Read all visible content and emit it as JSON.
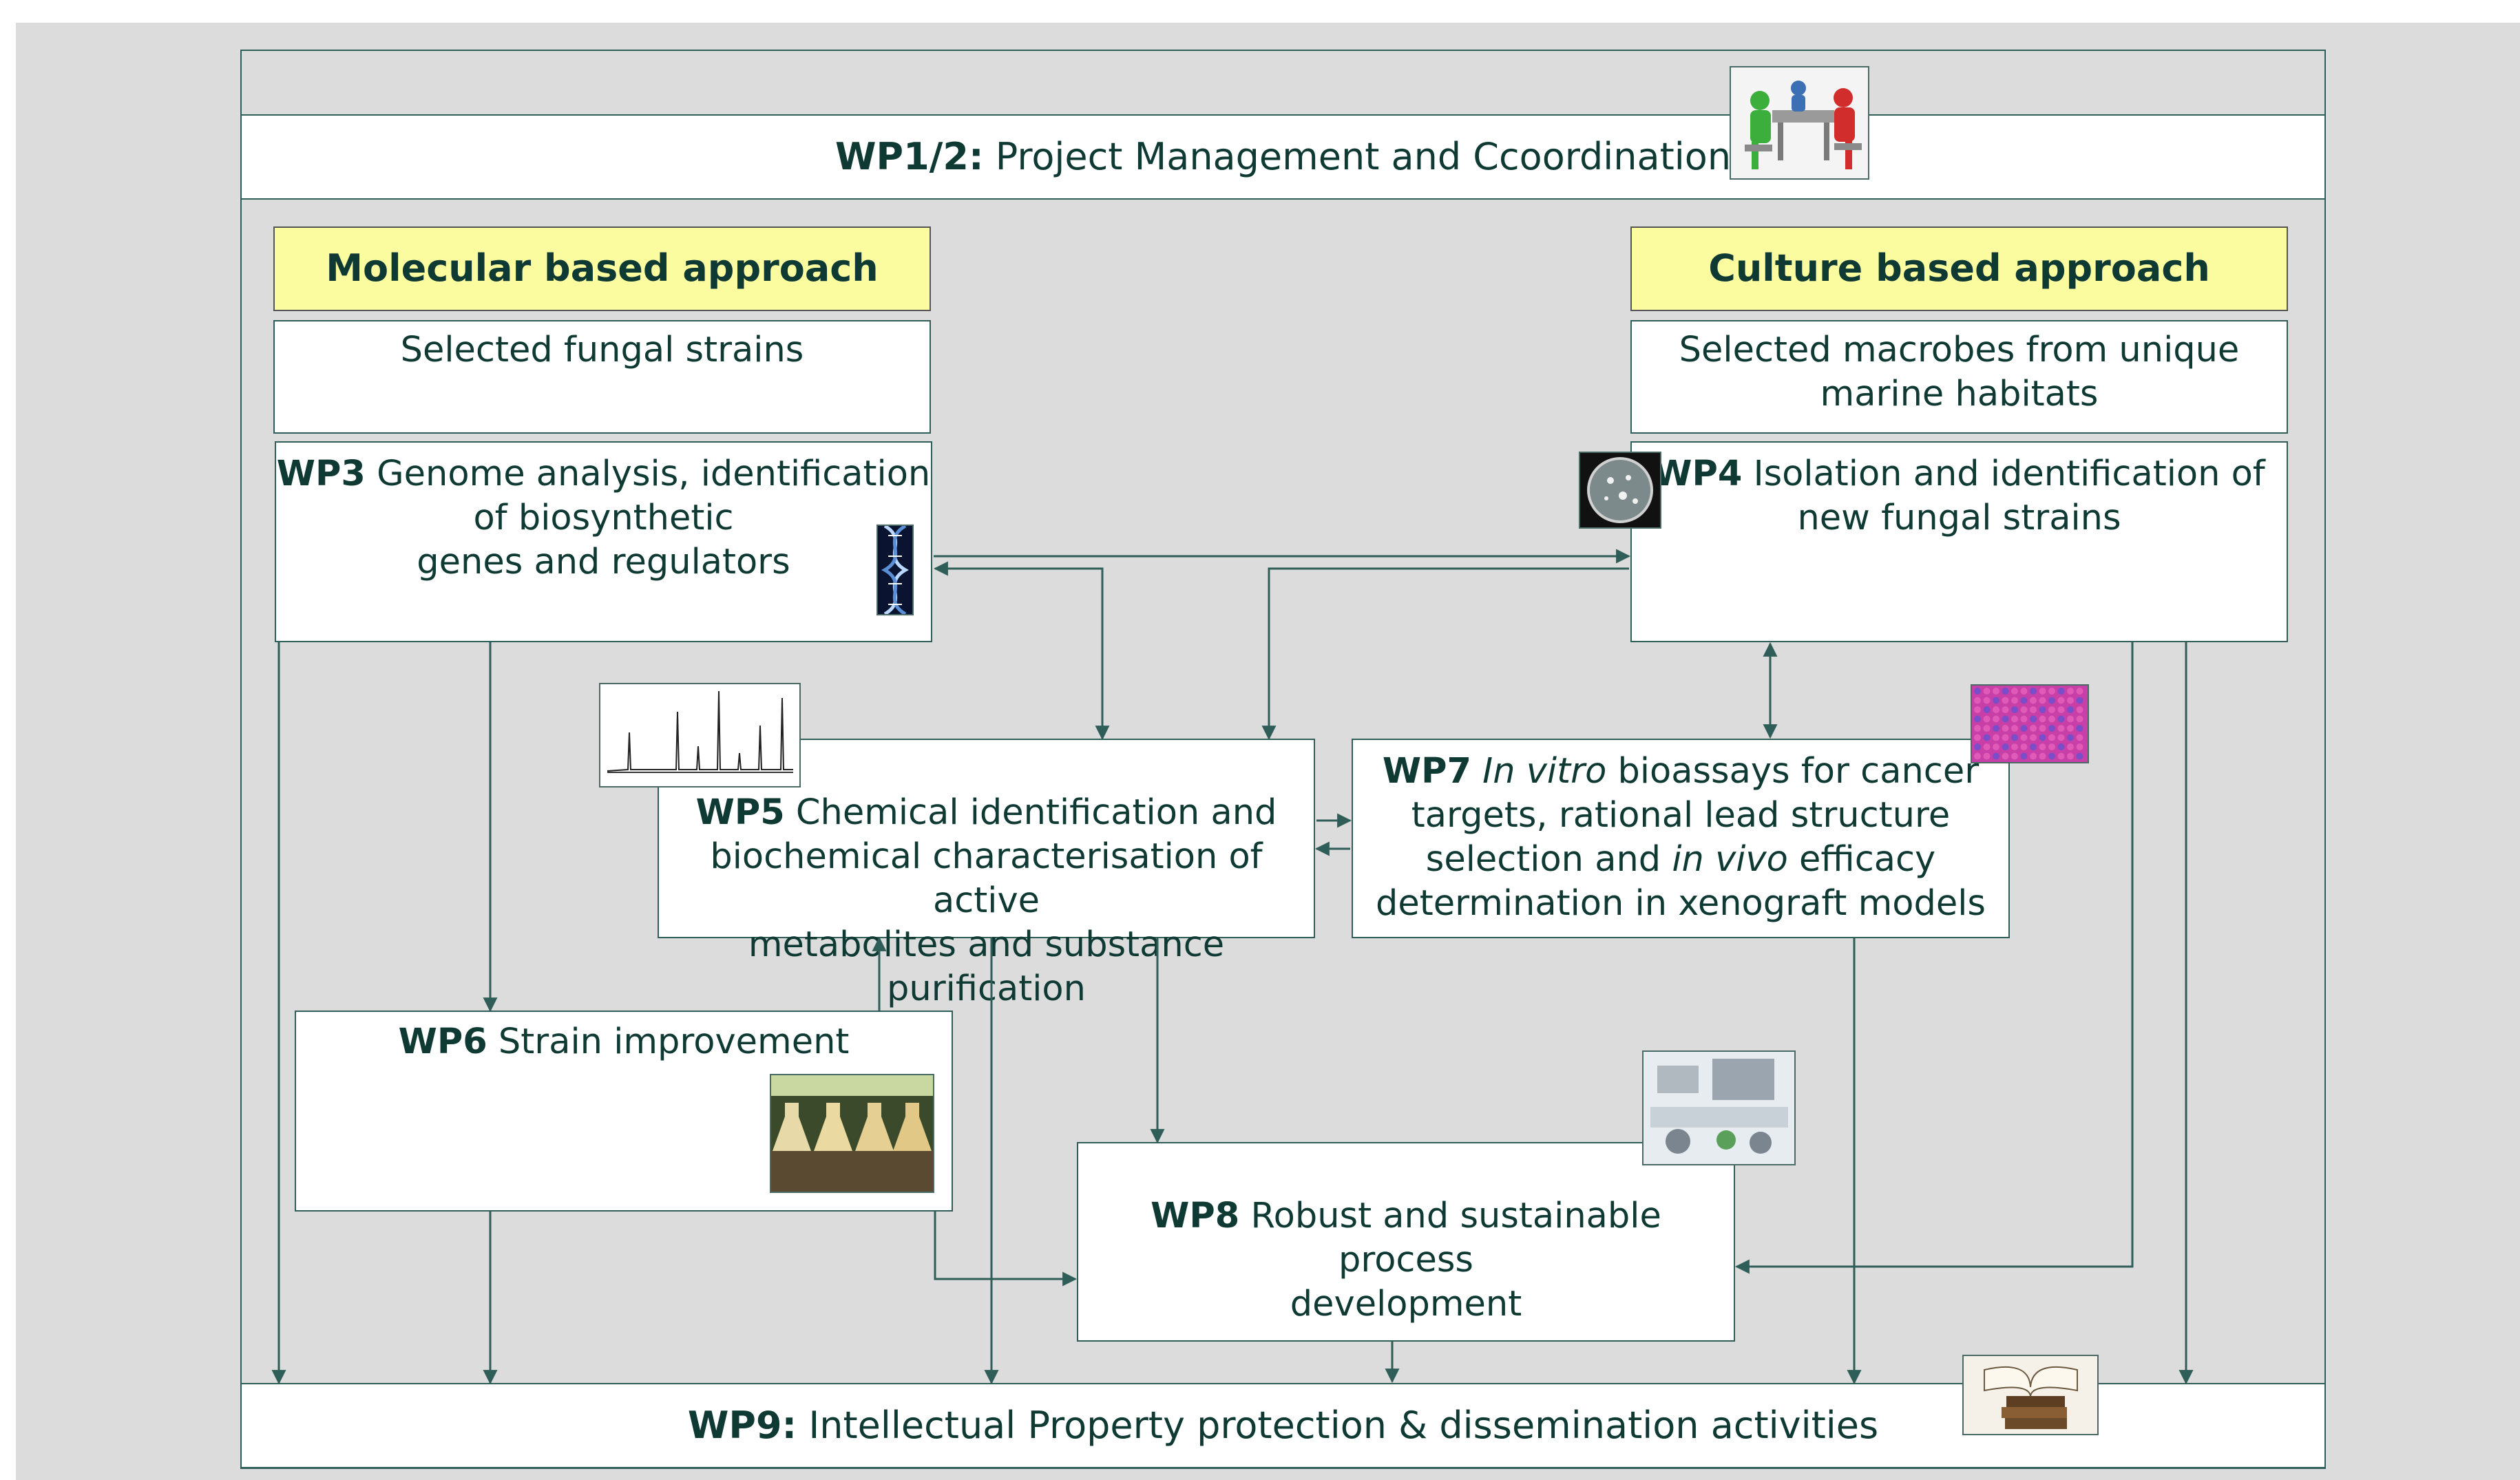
{
  "wp12": {
    "code": "WP1/2:",
    "text": " Project Management and Ccoordination"
  },
  "molecular": {
    "header": "Molecular based approach",
    "input": "Selected fungal strains"
  },
  "culture": {
    "header": "Culture based approach",
    "input_line1": "Selected macrobes from unique",
    "input_line2": "marine habitats"
  },
  "wp3": {
    "code": "WP3",
    "line1": " Genome analysis, identification",
    "line2": "of biosynthetic",
    "line3": "genes and regulators"
  },
  "wp4": {
    "code": "WP4",
    "line1": " Isolation and identification of",
    "line2": "new fungal strains"
  },
  "wp5": {
    "code": "WP5",
    "line1": " Chemical identification and",
    "line2": "biochemical characterisation of active",
    "line3": "metabolites and substance purification"
  },
  "wp6": {
    "code": "WP6",
    "text": " Strain improvement"
  },
  "wp7": {
    "code": "WP7",
    "italic1": "In vitro",
    "line1_rest": " bioassays for cancer",
    "line2": "targets, rational lead structure",
    "line3_pre": "selection and ",
    "italic2": "in vivo",
    "line3_post": " efficacy",
    "line4": "determination in xenograft models"
  },
  "wp8": {
    "code": "WP8",
    "line1": " Robust and sustainable process",
    "line2": "development"
  },
  "wp9": {
    "code": "WP9:",
    "text": " Intellectual Property protection & dissemination activities"
  },
  "colors": {
    "background": "#dcdcdc",
    "header_fill": "#fbfba0",
    "line": "#2f5d58",
    "text": "#0f3a34"
  },
  "icons": [
    "meeting-icon",
    "petri-dish-icon",
    "dna-helix-icon",
    "chromatogram-icon",
    "microplate-icon",
    "flasks-photo",
    "lab-equipment-photo",
    "books-icon"
  ]
}
